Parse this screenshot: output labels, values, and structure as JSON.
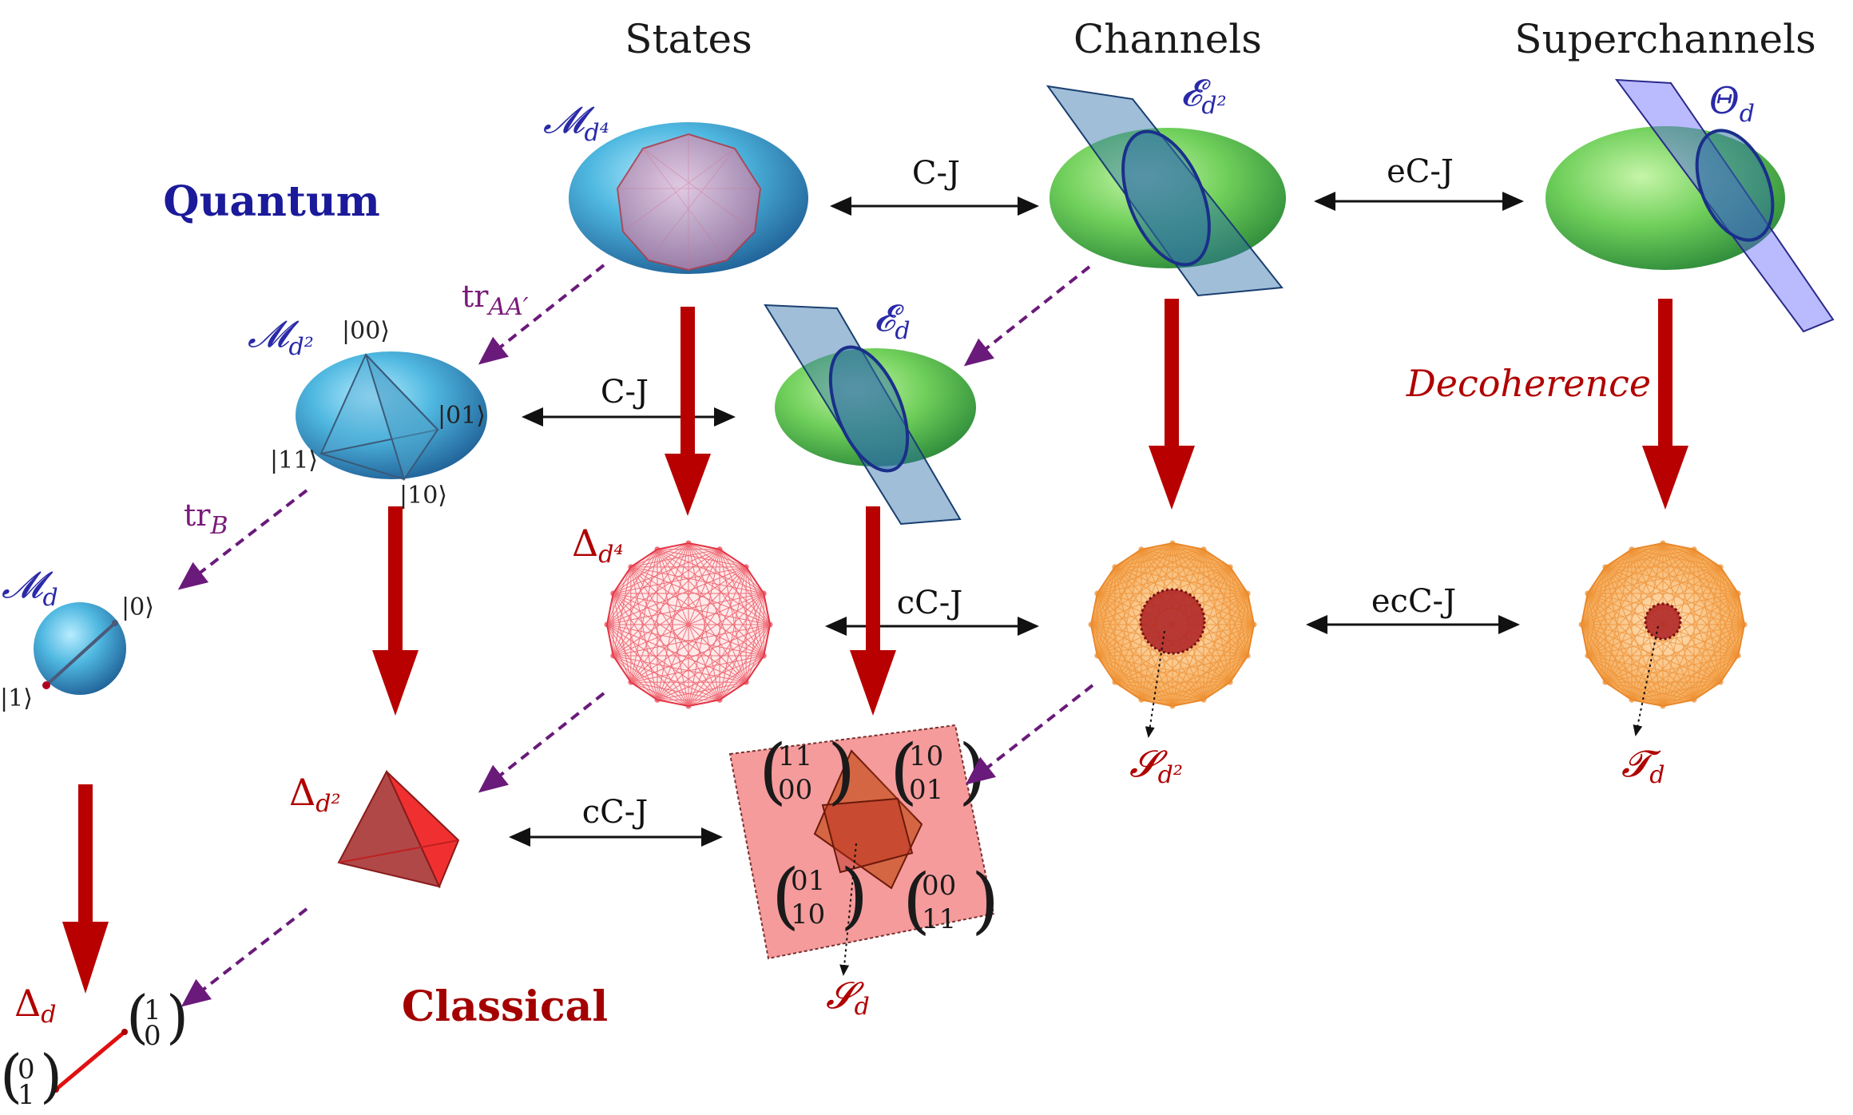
{
  "headers": {
    "states": "States",
    "channels": "Channels",
    "superchannels": "Superchannels"
  },
  "rows": {
    "quantum": "Quantum",
    "classical": "Classical"
  },
  "sets": {
    "M_d4": {
      "base": "𝓜",
      "sub": "d⁴"
    },
    "M_d2": {
      "base": "𝓜",
      "sub": "d²"
    },
    "M_d": {
      "base": "𝓜",
      "sub": "d"
    },
    "E_d2": {
      "base": "𝓔",
      "sub": "d²"
    },
    "E_d": {
      "base": "𝓔",
      "sub": "d"
    },
    "Theta_d": {
      "base": "Θ",
      "sub": "d"
    },
    "Delta_d4": {
      "base": "Δ",
      "sub": "d⁴"
    },
    "Delta_d2": {
      "base": "Δ",
      "sub": "d²"
    },
    "Delta_d": {
      "base": "Δ",
      "sub": "d"
    },
    "S_d2": {
      "base": "𝓢",
      "sub": "d²"
    },
    "S_d": {
      "base": "𝓢",
      "sub": "d"
    },
    "T_d": {
      "base": "𝓣",
      "sub": "d"
    }
  },
  "kets": {
    "k00": "|00⟩",
    "k01": "|01⟩",
    "k11": "|11⟩",
    "k10": "|10⟩",
    "k0": "|0⟩",
    "k1": "|1⟩"
  },
  "arrows": {
    "cj1": "C-J",
    "cj2": "C-J",
    "ecj": "eC-J",
    "ccj1": "cC-J",
    "ccj2": "cC-J",
    "eccj": "ecC-J"
  },
  "traces": {
    "trAA": {
      "base": "tr",
      "sub": "AA′"
    },
    "trB": {
      "base": "tr",
      "sub": "B"
    }
  },
  "decoherence": "Decoherence",
  "vectors": {
    "v11_00": [
      "11",
      "00"
    ],
    "v10_01": [
      "10",
      "01"
    ],
    "v01_10": [
      "01",
      "10"
    ],
    "v00_11": [
      "00",
      "11"
    ],
    "v1_0": [
      "1",
      "0"
    ],
    "v0_1": [
      "0",
      "1"
    ]
  },
  "colors": {
    "quantum_blue": "#1a1a9a",
    "classical_red": "#a40000",
    "arrow_red": "#b80000",
    "dashed_purple": "#6a1a7a"
  }
}
